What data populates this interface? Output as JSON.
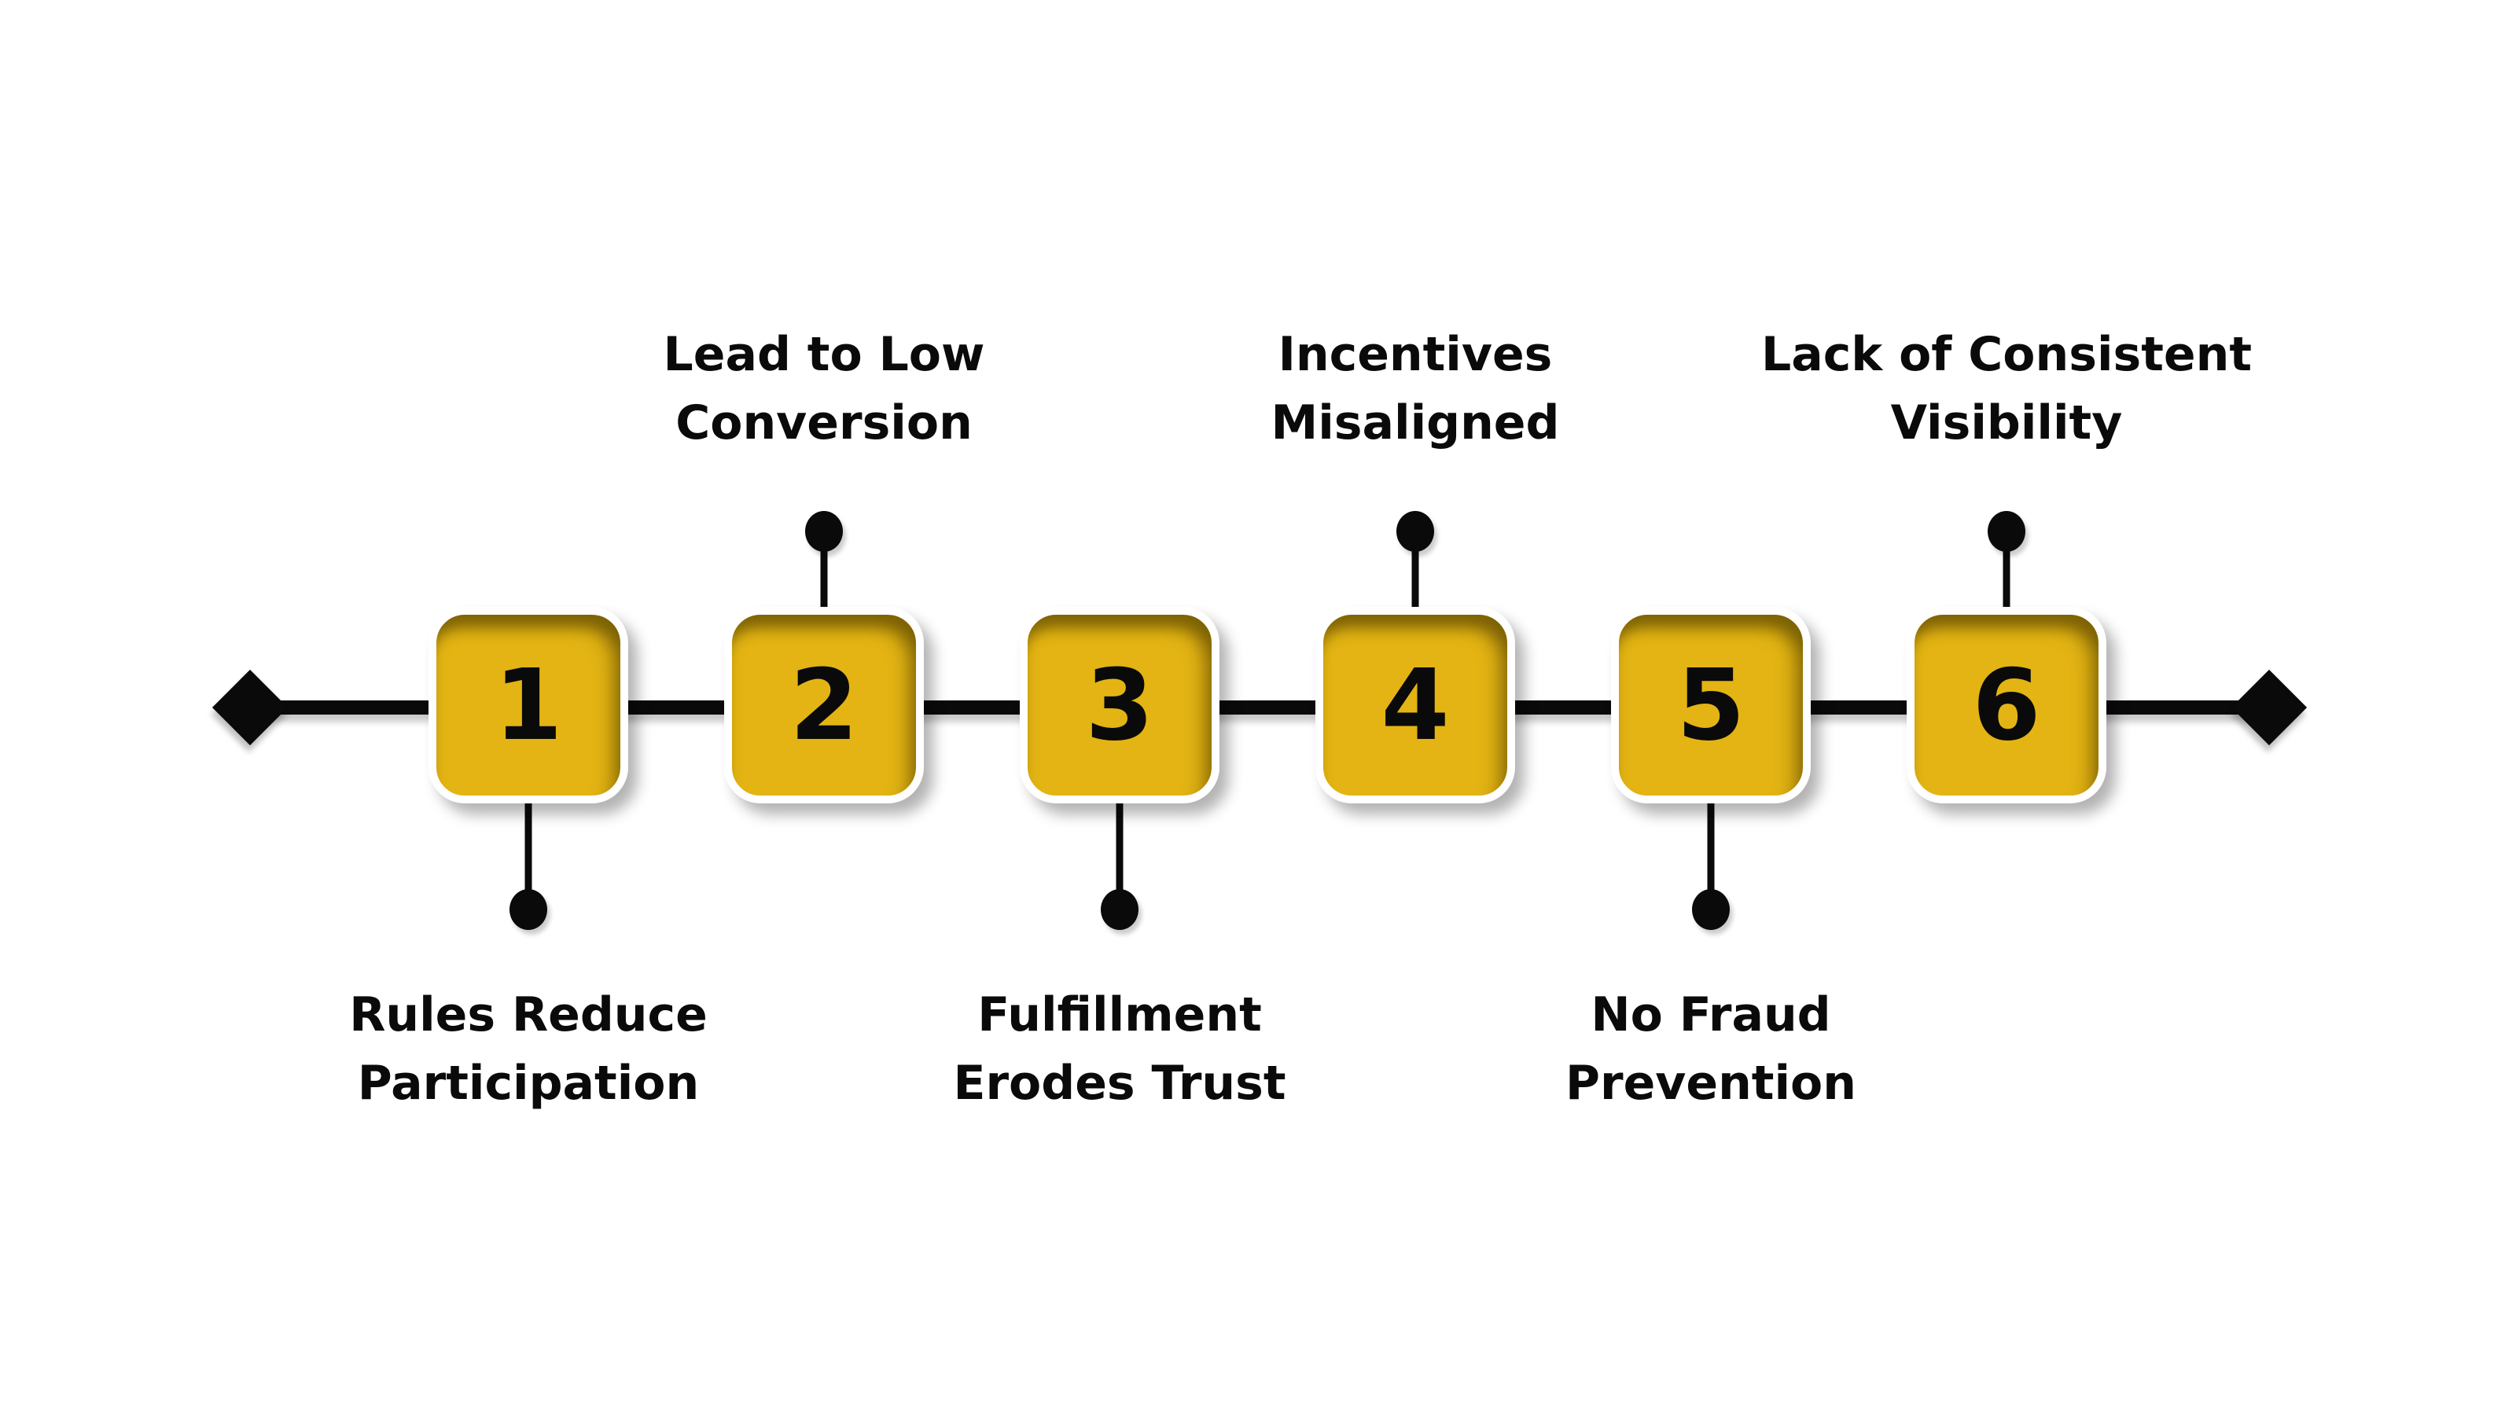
{
  "diagram": {
    "description": "Six-step horizontal timeline of program pitfalls",
    "colors": {
      "box_fill": "#e3b413",
      "box_border": "#ffffff",
      "line_and_text": "#0a0a0a",
      "background": "#ffffff"
    },
    "items": [
      {
        "number": "1",
        "label": "Rules Reduce\nParticipation",
        "label_position": "below"
      },
      {
        "number": "2",
        "label": "Lead to Low\nConversion",
        "label_position": "above"
      },
      {
        "number": "3",
        "label": "Fulfillment\nErodes Trust",
        "label_position": "below"
      },
      {
        "number": "4",
        "label": "Incentives\nMisaligned",
        "label_position": "above"
      },
      {
        "number": "5",
        "label": "No Fraud\nPrevention",
        "label_position": "below"
      },
      {
        "number": "6",
        "label": "Lack of Consistent\nVisibility",
        "label_position": "above"
      }
    ]
  }
}
